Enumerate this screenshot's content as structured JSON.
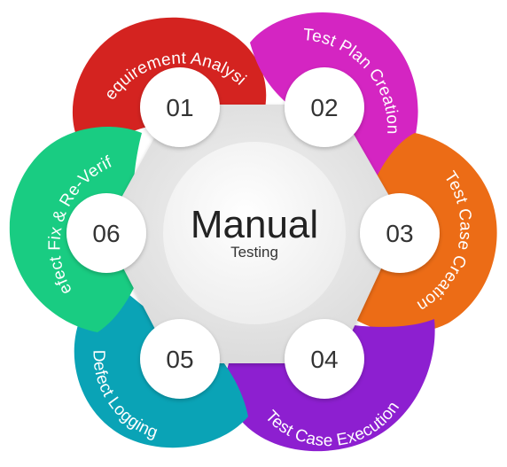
{
  "diagram": {
    "center": {
      "title": "Manual",
      "subtitle": "Testing"
    },
    "phases": [
      {
        "number": "01",
        "label": "Requirement Analysis",
        "color": "#d42320"
      },
      {
        "number": "02",
        "label": "Test Plan Creation",
        "color": "#d425c2"
      },
      {
        "number": "03",
        "label": "Test Case Creation",
        "color": "#ec6c16"
      },
      {
        "number": "04",
        "label": "Test Case Execution",
        "color": "#8d1fd0"
      },
      {
        "number": "05",
        "label": "Defect Logging",
        "color": "#0aa3b6"
      },
      {
        "number": "06",
        "label": "Defect Fix & Re-Verify",
        "color": "#19cc82"
      }
    ]
  }
}
